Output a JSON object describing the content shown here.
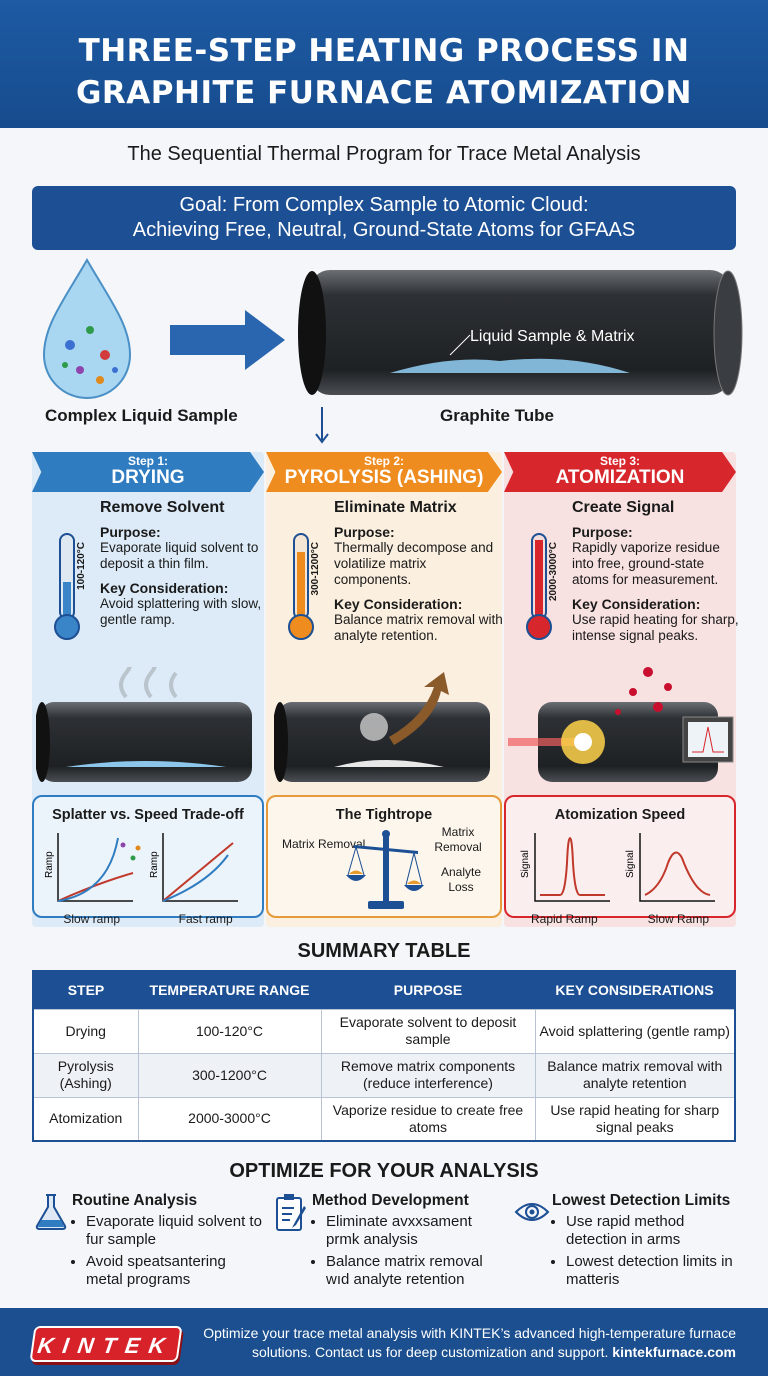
{
  "header": {
    "title_line1": "THREE-STEP HEATING PROCESS IN",
    "title_line2": "GRAPHITE FURNACE ATOMIZATION"
  },
  "subtitle": "The Sequential Thermal Program for Trace Metal Analysis",
  "goal": {
    "line1": "Goal: From Complex Sample to Atomic Cloud:",
    "line2": "Achieving Free, Neutral, Ground-State Atoms for GFAAS"
  },
  "hero": {
    "sample_label": "Complex Liquid Sample",
    "tube_label": "Graphite Tube",
    "tube_callout": "Liquid Sample & Matrix"
  },
  "steps": [
    {
      "step": "Step 1:",
      "name": "DRYING",
      "color": "#2f7cc1",
      "bg": "#dcebf7",
      "temp": "100-120°C",
      "heading": "Remove Solvent",
      "purpose_label": "Purpose:",
      "purpose": "Evaporate liquid solvent to deposit a thin film.",
      "key_label": "Key Consideration:",
      "key": "Avoid splattering with slow, gentle ramp.",
      "box_title": "Splatter vs. Speed Trade-off",
      "axis_label": "Ramp",
      "chart1": "Slow ramp",
      "chart2": "Fast ramp"
    },
    {
      "step": "Step 2:",
      "name": "PYROLYSIS (ASHING)",
      "color": "#ef8c1f",
      "bg": "#fbefdf",
      "temp": "300-1200°C",
      "heading": "Eliminate Matrix",
      "purpose_label": "Purpose:",
      "purpose": "Thermally decompose and volatilize matrix components.",
      "key_label": "Key Consideration:",
      "key": "Balance matrix removal with analyte retention.",
      "box_title": "The Tightrope",
      "left_label": "Matrix Removal",
      "right_label1": "Matrix Removal",
      "right_label2": "Analyte Loss"
    },
    {
      "step": "Step 3:",
      "name": "ATOMIZATION",
      "color": "#d7272d",
      "bg": "#f8e1e1",
      "temp": "2000-3000°C",
      "heading": "Create Signal",
      "purpose_label": "Purpose:",
      "purpose": "Rapidly vaporize residue into free, ground-state atoms for measurement.",
      "key_label": "Key Consideration:",
      "key": "Use rapid heating for sharp, intense signal peaks.",
      "box_title": "Atomization Speed",
      "axis_label": "Signal",
      "chart1": "Rapid Ramp",
      "chart2": "Slow Ramp"
    }
  ],
  "summary": {
    "title": "SUMMARY TABLE",
    "headers": [
      "STEP",
      "TEMPERATURE RANGE",
      "PURPOSE",
      "KEY CONSIDERATIONS"
    ],
    "rows": [
      [
        "Drying",
        "100-120°C",
        "Evaporate solvent to deposit sample",
        "Avoid splattering (gentle ramp)"
      ],
      [
        "Pyrolysis (Ashing)",
        "300-1200°C",
        "Remove matrix components (reduce interference)",
        "Balance matrix removal with analyte retention"
      ],
      [
        "Atomization",
        "2000-3000°C",
        "Vaporize residue to create free atoms",
        "Use rapid heating for sharp signal peaks"
      ]
    ]
  },
  "optimize": {
    "title": "OPTIMIZE FOR YOUR ANALYSIS",
    "items": [
      {
        "icon": "flask-icon",
        "title": "Routine Analysis",
        "bullets": [
          "Evaporate liquid solvent to fur sample",
          "Avoid speatsantering metal programs"
        ]
      },
      {
        "icon": "clipboard-icon",
        "title": "Method Development",
        "bullets": [
          "Eliminate avxxsament prmk analysis",
          "Balance matrix removal wıd analyte retention"
        ]
      },
      {
        "icon": "eye-icon",
        "title": "Lowest Detection Limits",
        "bullets": [
          "Use rapid method detection in arms",
          "Lowest detection limits in matteris"
        ]
      }
    ]
  },
  "footer": {
    "logo": "KINTEK",
    "text": "Optimize your trace metal analysis with KINTEK’s advanced high-temperature furnace solutions. Contact us for deep customization and support.",
    "link": "kintekfurnace.com"
  }
}
